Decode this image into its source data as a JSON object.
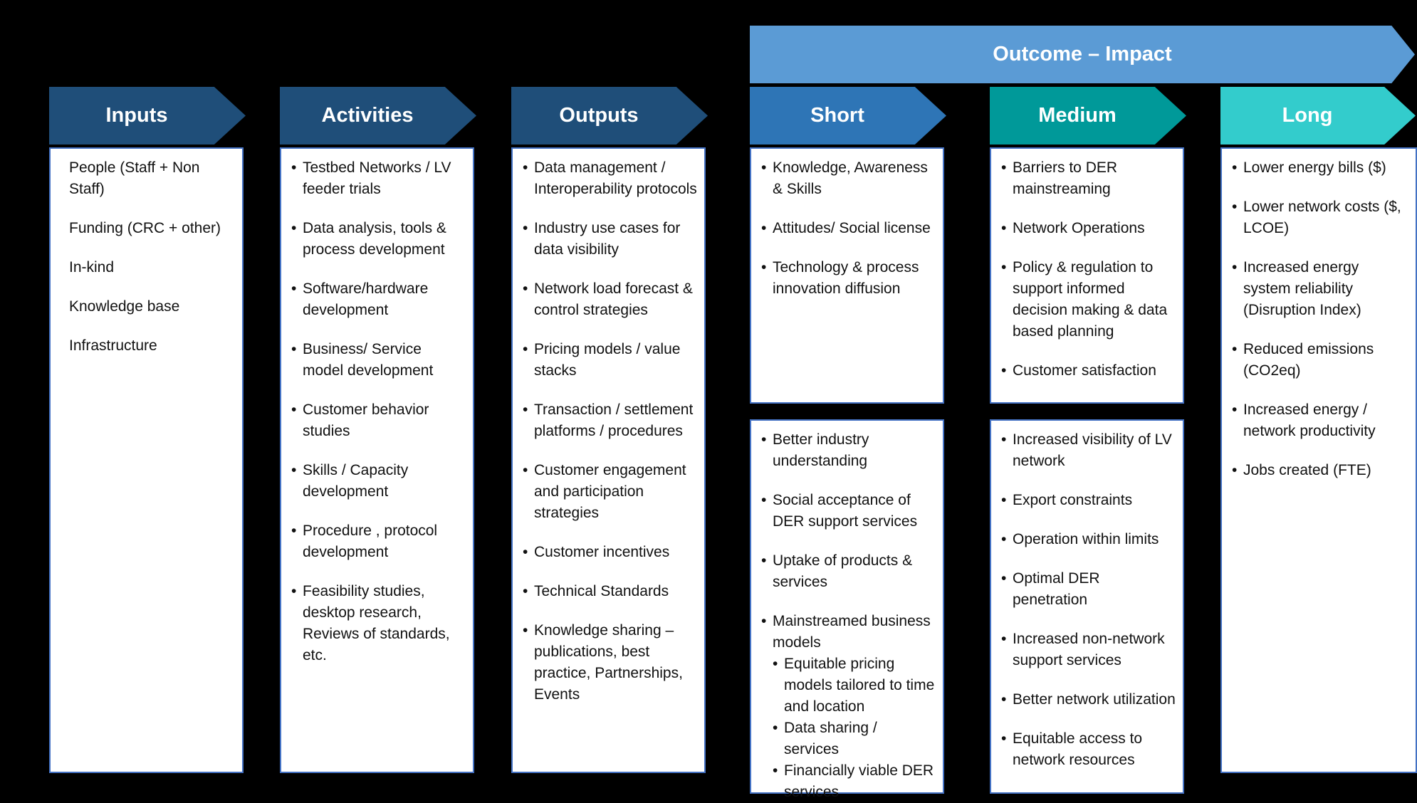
{
  "banner": "Outcome – Impact",
  "colors": {
    "dark_header": "#1f4e79",
    "short": "#2e75b6",
    "medium": "#009999",
    "long": "#33cccc",
    "banner": "#5b9bd5",
    "box_border": "#4472c4"
  },
  "columns": [
    {
      "id": "inputs",
      "title": "Inputs",
      "bullets": false,
      "boxes": [
        [
          "People (Staff + Non Staff)",
          "Funding (CRC + other)",
          "In-kind",
          "Knowledge base",
          "Infrastructure"
        ]
      ]
    },
    {
      "id": "activities",
      "title": "Activities",
      "bullets": true,
      "boxes": [
        [
          "Testbed Networks / LV feeder trials",
          "Data analysis, tools & process development",
          "Software/hardware development",
          "Business/ Service model development",
          "Customer behavior studies",
          "Skills / Capacity development",
          "Procedure , protocol development",
          "Feasibility studies, desktop research, Reviews of standards, etc."
        ]
      ]
    },
    {
      "id": "outputs",
      "title": "Outputs",
      "bullets": true,
      "boxes": [
        [
          "Data management / Interoperability protocols",
          "Industry use cases for data visibility",
          "Network load forecast & control strategies",
          "Pricing models / value stacks",
          "Transaction / settlement platforms / procedures",
          "Customer engagement and participation strategies",
          "Customer incentives",
          "Technical Standards",
          "Knowledge sharing – publications, best practice, Partnerships, Events"
        ]
      ]
    },
    {
      "id": "short",
      "title": "Short",
      "bullets": true,
      "boxes": [
        [
          "Knowledge, Awareness & Skills",
          "Attitudes/ Social license",
          "Technology & process innovation diffusion"
        ],
        [
          "Better industry understanding",
          "Social acceptance of DER support services",
          "Uptake of products & services",
          {
            "text": "Mainstreamed business models",
            "children": [
              "Equitable pricing models tailored to time and location",
              "Data sharing / services",
              "Financially viable DER services"
            ]
          }
        ]
      ]
    },
    {
      "id": "medium",
      "title": "Medium",
      "bullets": true,
      "boxes": [
        [
          "Barriers to DER mainstreaming",
          "Network Operations",
          "Policy & regulation  to support informed decision making & data based planning",
          "Customer satisfaction"
        ],
        [
          "Increased visibility of LV network",
          "Export constraints",
          "Operation within limits",
          "Optimal DER penetration",
          "Increased non-network support services",
          "Better network utilization",
          "Equitable access to network resources"
        ]
      ]
    },
    {
      "id": "long",
      "title": "Long",
      "bullets": true,
      "boxes": [
        [
          "Lower energy bills ($)",
          "Lower network costs ($, LCOE)",
          "Increased energy system reliability (Disruption Index)",
          "Reduced emissions (CO2eq)",
          "Increased energy / network productivity",
          "Jobs created (FTE)"
        ]
      ]
    }
  ]
}
